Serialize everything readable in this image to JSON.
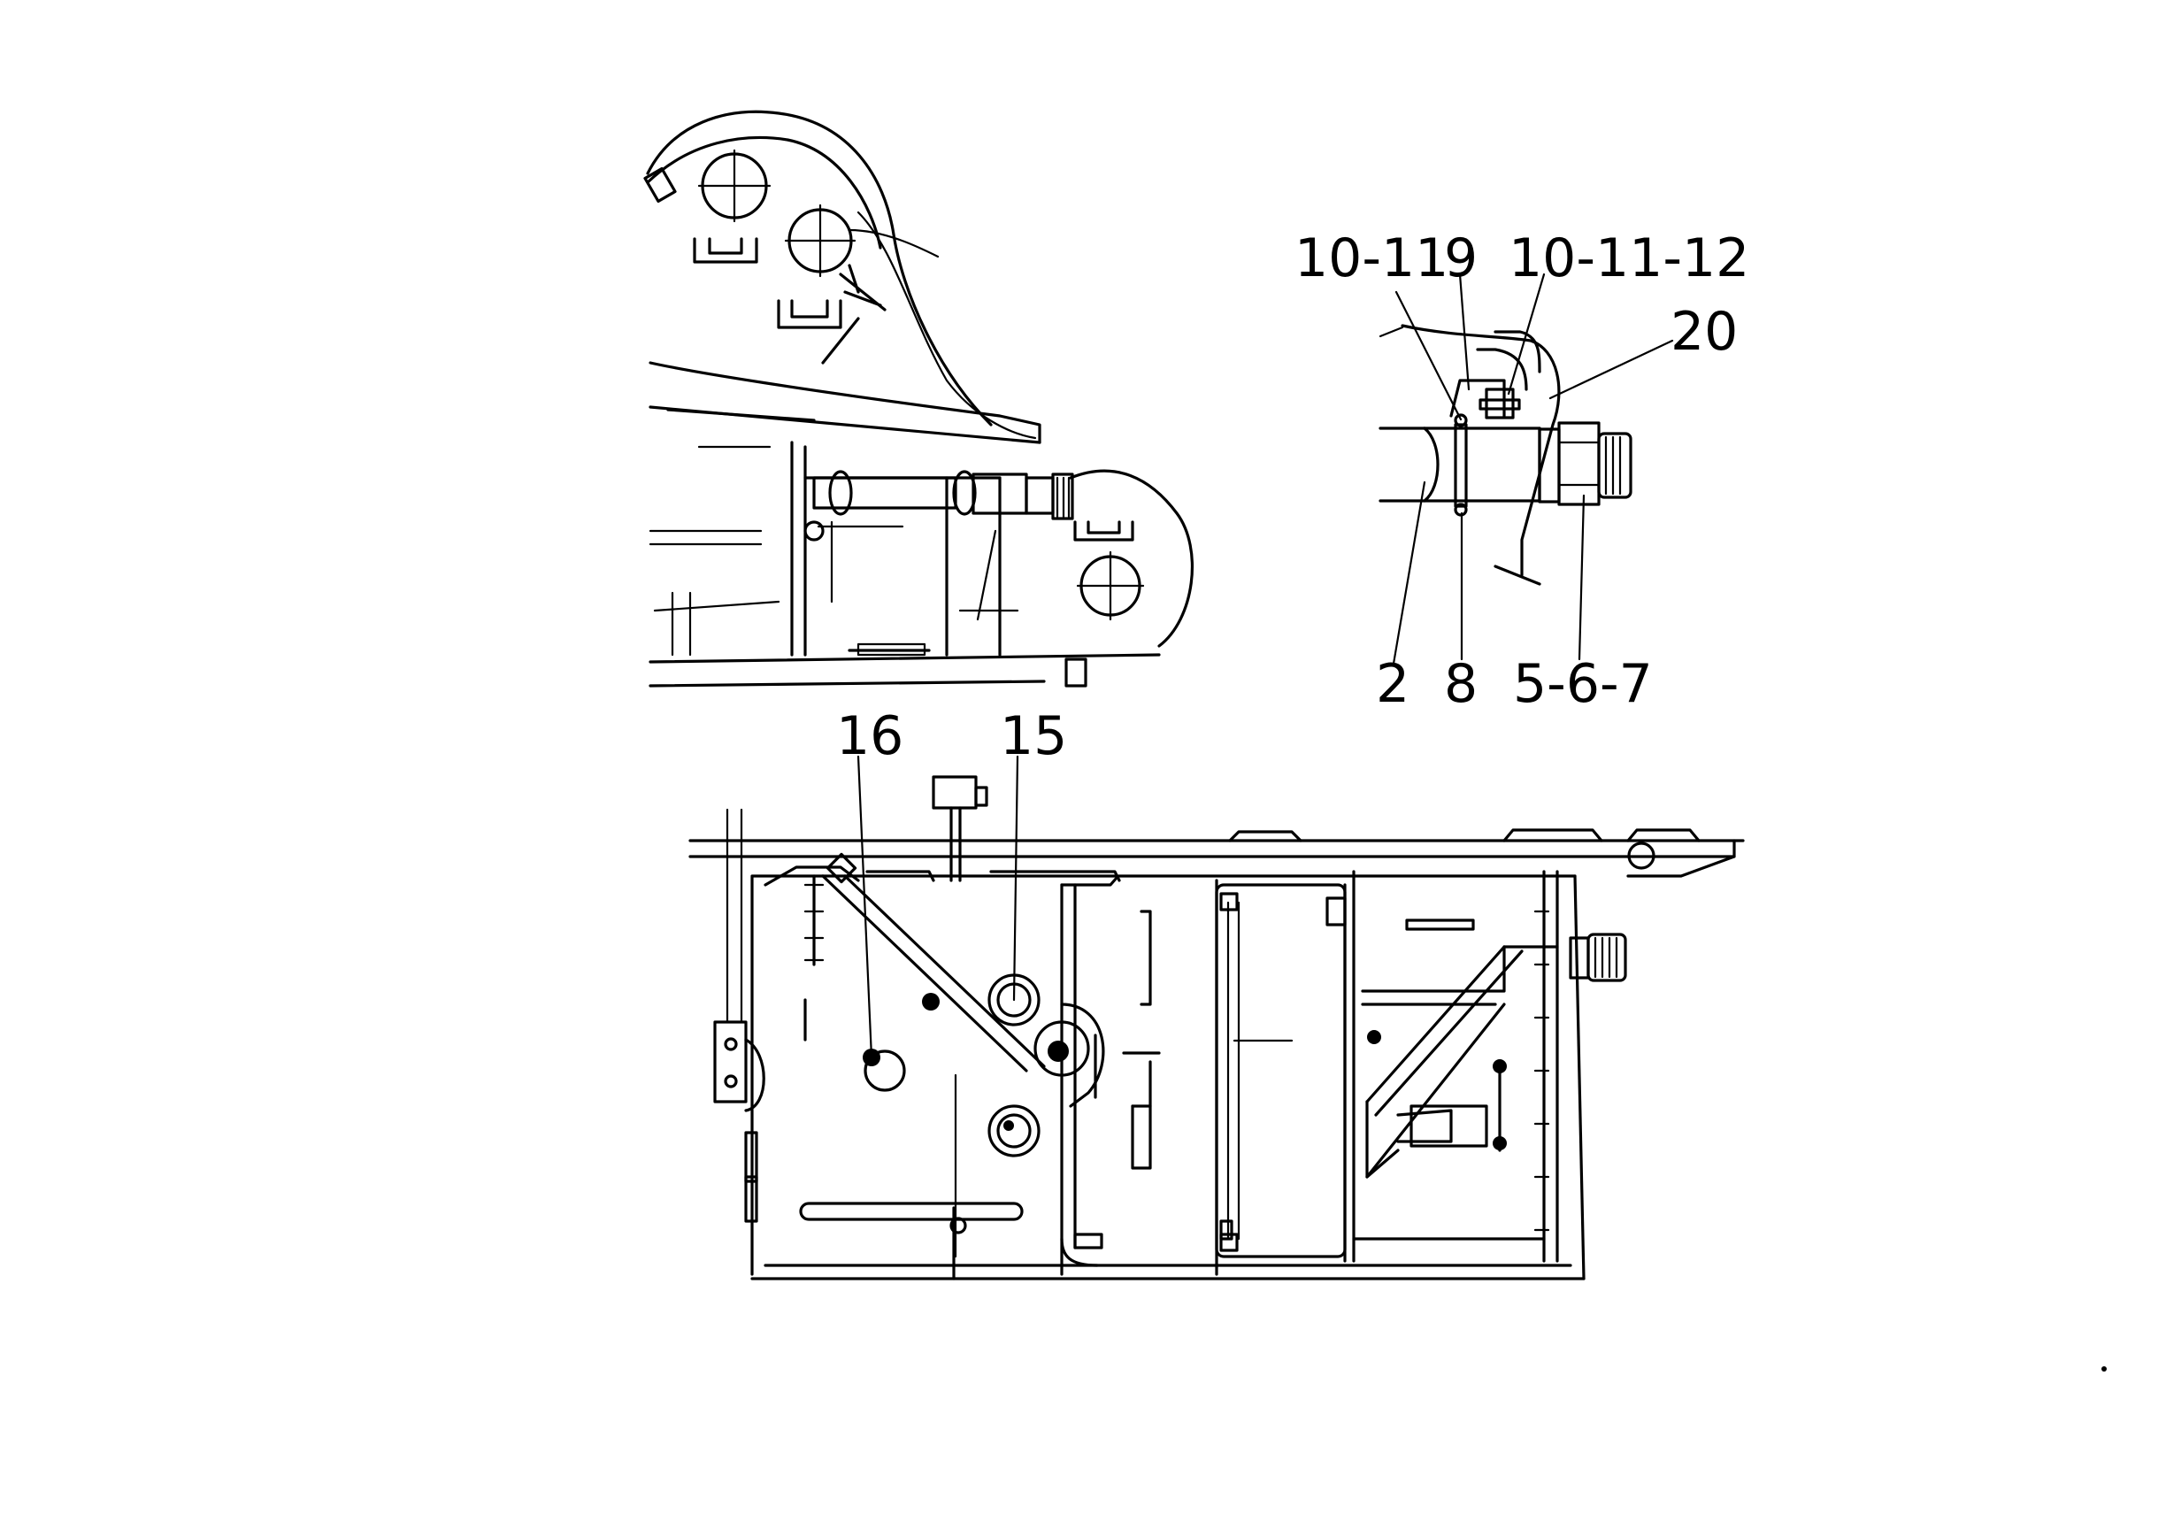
{
  "callouts": {
    "c_10_11": "10-11",
    "c_9": "9",
    "c_10_11_12": "10-11-12",
    "c_20": "20",
    "c_2": "2",
    "c_8": "8",
    "c_5_6_7": "5-6-7",
    "c_16": "16",
    "c_15": "15"
  }
}
